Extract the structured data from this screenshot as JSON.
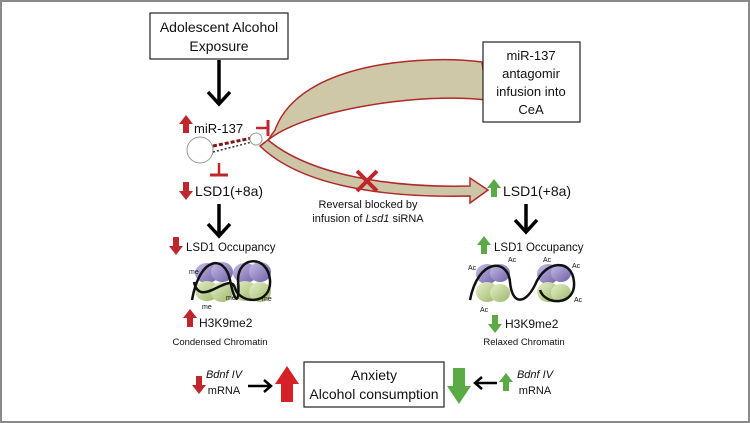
{
  "boxes": {
    "exposure": [
      "Adolescent Alcohol",
      "Exposure"
    ],
    "antagomir": [
      "miR-137",
      "antagomir",
      "infusion into",
      "CeA"
    ],
    "outcome": [
      "Anxiety",
      "Alcohol consumption"
    ]
  },
  "left": {
    "mir": "miR-137",
    "lsd1": "LSD1(+8a)",
    "occupancy": "LSD1 Occupancy",
    "h3k9": "H3K9me2",
    "chromatin": "Condensed Chromatin",
    "bdnf_gene": "Bdnf IV",
    "bdnf_mrna": "mRNA"
  },
  "right": {
    "lsd1": "LSD1(+8a)",
    "occupancy": "LSD1 Occupancy",
    "h3k9": "H3K9me2",
    "chromatin": "Relaxed Chromatin",
    "bdnf_gene": "Bdnf IV",
    "bdnf_mrna": "mRNA"
  },
  "reversal": {
    "line1": "Reversal blocked by",
    "line2_prefix": "infusion of ",
    "line2_italic": "Lsd1",
    "line2_suffix": " siRNA"
  },
  "nucleosome_labels": {
    "me": "me",
    "ac": "Ac"
  },
  "colors": {
    "up_red": "#c0272d",
    "down_green": "#5aaa46",
    "arc_fill": "#cdc6a6",
    "arc_stroke": "#b02a2a",
    "border": "#8a8a8a"
  }
}
